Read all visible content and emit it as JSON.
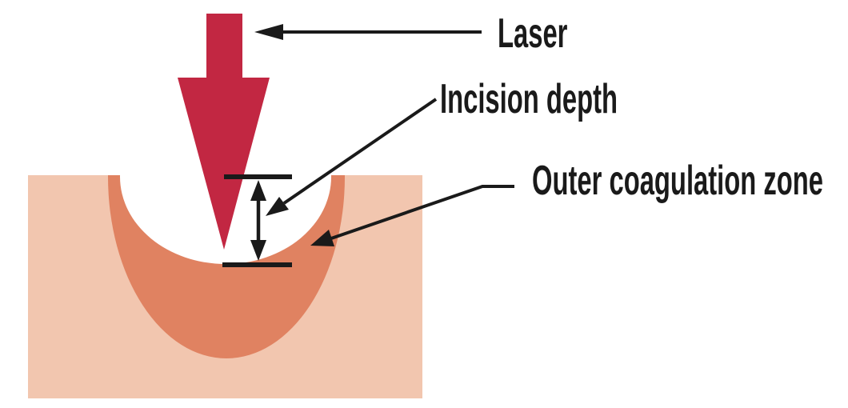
{
  "figure": {
    "type": "medical-diagram",
    "labels": {
      "laser": "Laser",
      "incision_depth": "Incision depth",
      "outer_coagulation_zone": "Outer coagulation zone"
    },
    "colors": {
      "laser_red": "#c22742",
      "coagulation_salmon": "#e08261",
      "tissue_pink": "#f2c6af",
      "annotation_black": "#1a1a1a"
    }
  }
}
